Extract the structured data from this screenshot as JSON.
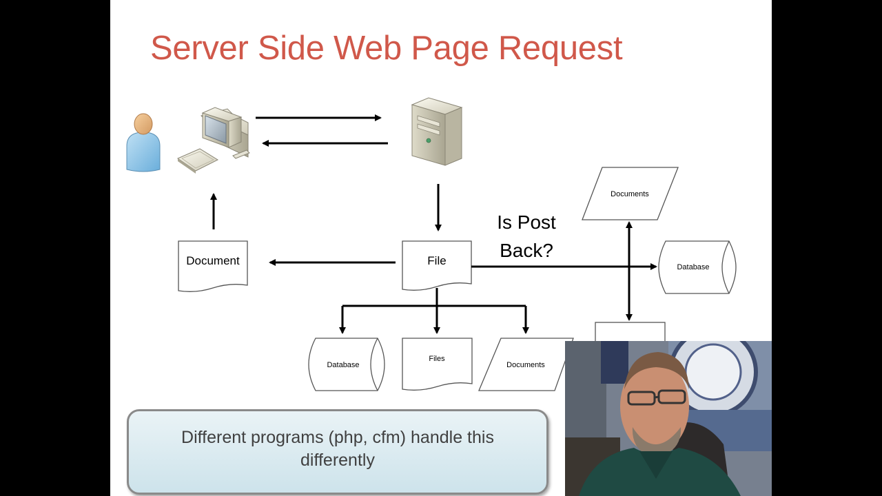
{
  "slide": {
    "title": "Server Side Web Page Request",
    "labels": {
      "document": "Document",
      "file": "File",
      "is_post_back_line1": "Is Post",
      "is_post_back_line2": "Back?",
      "database_right": "Database",
      "documents_top": "Documents",
      "database_bottom": "Database",
      "files_bottom": "Files",
      "documents_bottom": "Documents"
    },
    "note": "Different programs (php, cfm) handle this differently"
  },
  "colors": {
    "title": "#d0584a",
    "note_bg": "#d9ebf1",
    "arrow": "#000000"
  },
  "icons": [
    "user-icon",
    "computer-icon",
    "server-icon"
  ]
}
